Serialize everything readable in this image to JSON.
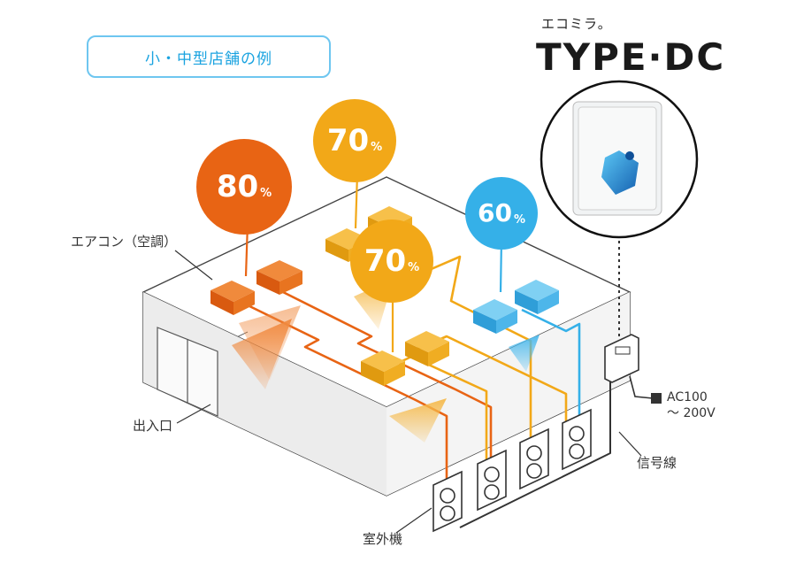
{
  "badge": {
    "text": "小・中型店舗の例"
  },
  "brand": {
    "subtitle": "エコミラ。",
    "title": "TYPE·DC"
  },
  "labels": {
    "aircon": "エアコン（空調）",
    "entrance": "出入口",
    "outdoor_unit": "室外機",
    "signal_line": "信号線",
    "power_line1": "AC100",
    "power_line2": "～ 200V"
  },
  "bubbles": [
    {
      "value": "80",
      "unit": "%",
      "color": "#e86414"
    },
    {
      "value": "70",
      "unit": "%",
      "color": "#f2a818"
    },
    {
      "value": "70",
      "unit": "%",
      "color": "#f2a818"
    },
    {
      "value": "60",
      "unit": "%",
      "color": "#35b0e8"
    }
  ],
  "colors": {
    "red": "#e86414",
    "orange": "#f2a818",
    "blue": "#35b0e8",
    "building_line": "#444444",
    "signal": "#333333"
  }
}
